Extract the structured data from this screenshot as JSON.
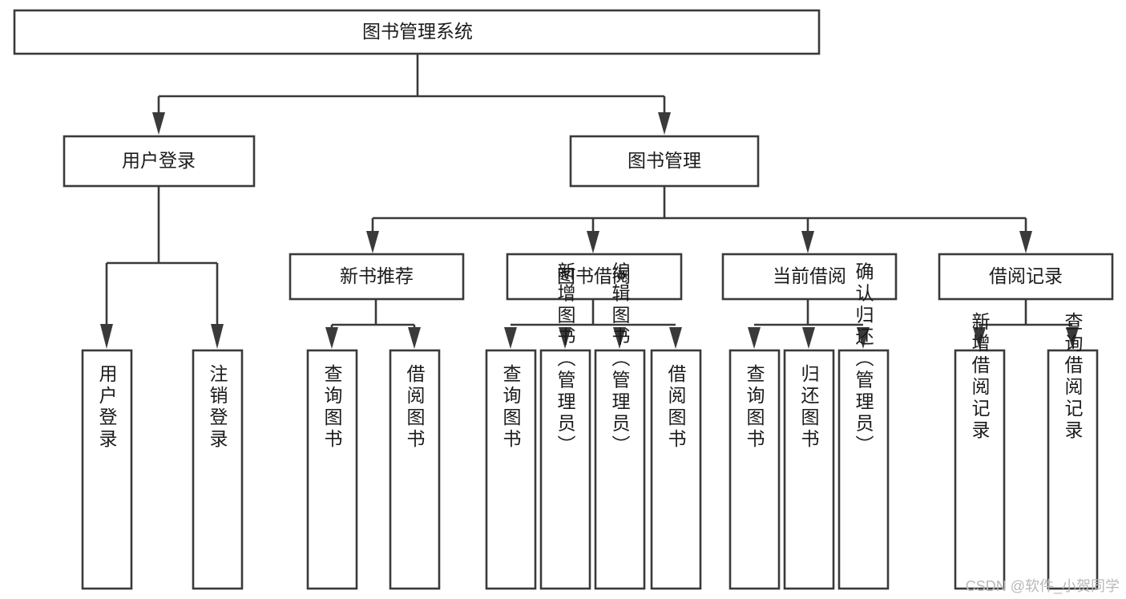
{
  "diagram": {
    "type": "hierarchy-tree",
    "title": "图书管理系统",
    "watermark": "CSDN @软件_小贺同学",
    "colors": {
      "box_stroke": "#3a3a3a",
      "box_fill": "#ffffff",
      "text": "#1b1b1b",
      "connector": "#3a3a3a",
      "watermark": "#b9b9b9",
      "background": "#ffffff"
    },
    "levels": {
      "root": {
        "label": "图书管理系统"
      },
      "level2": [
        {
          "label": "用户登录"
        },
        {
          "label": "图书管理"
        }
      ],
      "level3": [
        {
          "label": "新书推荐"
        },
        {
          "label": "图书借阅"
        },
        {
          "label": "当前借阅"
        },
        {
          "label": "借阅记录"
        }
      ],
      "leaves": {
        "user_login": [
          {
            "label": "用户登录"
          },
          {
            "label": "注销登录"
          }
        ],
        "new_book_recommend": [
          {
            "label": "查询图书"
          },
          {
            "label": "借阅图书"
          }
        ],
        "book_borrow": [
          {
            "label": "查询图书"
          },
          {
            "label": "新增图书（管理员）"
          },
          {
            "label": "编辑图书（管理员）"
          },
          {
            "label": "借阅图书"
          }
        ],
        "current_borrow": [
          {
            "label": "查询图书"
          },
          {
            "label": "归还图书"
          },
          {
            "label": "确认归还（管理员）"
          }
        ],
        "borrow_record": [
          {
            "label": "新增借阅记录"
          },
          {
            "label": "查询借阅记录"
          }
        ]
      }
    }
  }
}
